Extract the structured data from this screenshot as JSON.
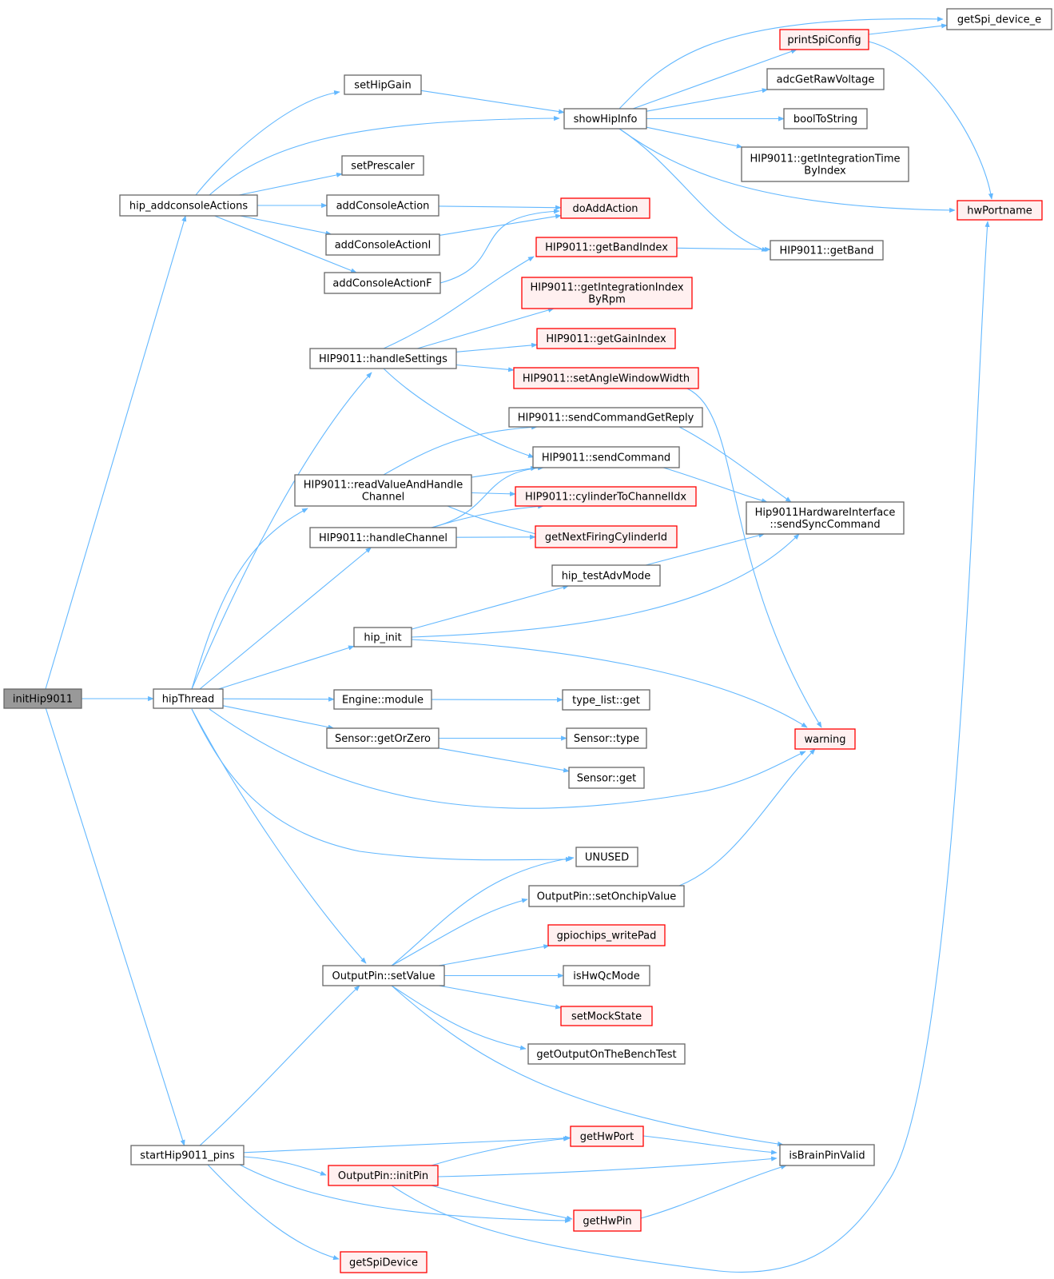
{
  "colors": {
    "edge": "#63b8ff",
    "normal_border": "#666666",
    "normal_fill": "#ffffff",
    "red_border": "#ff0000",
    "red_fill": "#fff0f0",
    "root_border": "#666666",
    "root_fill": "#999999"
  },
  "nodes": [
    {
      "id": "initHip9011",
      "lines": [
        "initHip9011"
      ],
      "style": "root"
    },
    {
      "id": "hip_addconsoleActions",
      "lines": [
        "hip_addconsoleActions"
      ],
      "style": "normal"
    },
    {
      "id": "hipThread",
      "lines": [
        "hipThread"
      ],
      "style": "normal"
    },
    {
      "id": "startHip9011_pins",
      "lines": [
        "startHip9011_pins"
      ],
      "style": "normal"
    },
    {
      "id": "setHipGain",
      "lines": [
        "setHipGain"
      ],
      "style": "normal"
    },
    {
      "id": "setPrescaler",
      "lines": [
        "setPrescaler"
      ],
      "style": "normal"
    },
    {
      "id": "addConsoleAction",
      "lines": [
        "addConsoleAction"
      ],
      "style": "normal"
    },
    {
      "id": "addConsoleActionI",
      "lines": [
        "addConsoleActionI"
      ],
      "style": "normal"
    },
    {
      "id": "addConsoleActionF",
      "lines": [
        "addConsoleActionF"
      ],
      "style": "normal"
    },
    {
      "id": "showHipInfo",
      "lines": [
        "showHipInfo"
      ],
      "style": "normal"
    },
    {
      "id": "doAddAction",
      "lines": [
        "doAddAction"
      ],
      "style": "red"
    },
    {
      "id": "getSpi_device_e",
      "lines": [
        "getSpi_device_e"
      ],
      "style": "normal"
    },
    {
      "id": "printSpiConfig",
      "lines": [
        "printSpiConfig"
      ],
      "style": "red"
    },
    {
      "id": "adcGetRawVoltage",
      "lines": [
        "adcGetRawVoltage"
      ],
      "style": "normal"
    },
    {
      "id": "boolToString",
      "lines": [
        "boolToString"
      ],
      "style": "normal"
    },
    {
      "id": "getIntegrationTimeByIndex",
      "lines": [
        "HIP9011::getIntegrationTime",
        "ByIndex"
      ],
      "style": "normal"
    },
    {
      "id": "hwPortname",
      "lines": [
        "hwPortname"
      ],
      "style": "red"
    },
    {
      "id": "getBand",
      "lines": [
        "HIP9011::getBand"
      ],
      "style": "normal"
    },
    {
      "id": "getBandIndex",
      "lines": [
        "HIP9011::getBandIndex"
      ],
      "style": "red"
    },
    {
      "id": "getIntegrationIndexByRpm",
      "lines": [
        "HIP9011::getIntegrationIndex",
        "ByRpm"
      ],
      "style": "red"
    },
    {
      "id": "getGainIndex",
      "lines": [
        "HIP9011::getGainIndex"
      ],
      "style": "red"
    },
    {
      "id": "handleSettings",
      "lines": [
        "HIP9011::handleSettings"
      ],
      "style": "normal"
    },
    {
      "id": "setAngleWindowWidth",
      "lines": [
        "HIP9011::setAngleWindowWidth"
      ],
      "style": "red"
    },
    {
      "id": "sendCommandGetReply",
      "lines": [
        "HIP9011::sendCommandGetReply"
      ],
      "style": "normal"
    },
    {
      "id": "sendCommand",
      "lines": [
        "HIP9011::sendCommand"
      ],
      "style": "normal"
    },
    {
      "id": "readValueAndHandleChannel",
      "lines": [
        "HIP9011::readValueAndHandle",
        "Channel"
      ],
      "style": "normal"
    },
    {
      "id": "cylinderToChannelIdx",
      "lines": [
        "HIP9011::cylinderToChannelIdx"
      ],
      "style": "red"
    },
    {
      "id": "sendSyncCommand",
      "lines": [
        "Hip9011HardwareInterface",
        "::sendSyncCommand"
      ],
      "style": "normal"
    },
    {
      "id": "handleChannel",
      "lines": [
        "HIP9011::handleChannel"
      ],
      "style": "normal"
    },
    {
      "id": "getNextFiringCylinderId",
      "lines": [
        "getNextFiringCylinderId"
      ],
      "style": "red"
    },
    {
      "id": "hip_testAdvMode",
      "lines": [
        "hip_testAdvMode"
      ],
      "style": "normal"
    },
    {
      "id": "hip_init",
      "lines": [
        "hip_init"
      ],
      "style": "normal"
    },
    {
      "id": "engineModule",
      "lines": [
        "Engine::module"
      ],
      "style": "normal"
    },
    {
      "id": "typeListGet",
      "lines": [
        "type_list::get"
      ],
      "style": "normal"
    },
    {
      "id": "warning",
      "lines": [
        "warning"
      ],
      "style": "red"
    },
    {
      "id": "getOrZero",
      "lines": [
        "Sensor::getOrZero"
      ],
      "style": "normal"
    },
    {
      "id": "sensorType",
      "lines": [
        "Sensor::type"
      ],
      "style": "normal"
    },
    {
      "id": "sensorGet",
      "lines": [
        "Sensor::get"
      ],
      "style": "normal"
    },
    {
      "id": "UNUSED",
      "lines": [
        "UNUSED"
      ],
      "style": "normal"
    },
    {
      "id": "setOnchipValue",
      "lines": [
        "OutputPin::setOnchipValue"
      ],
      "style": "normal"
    },
    {
      "id": "gpiochips_writePad",
      "lines": [
        "gpiochips_writePad"
      ],
      "style": "red"
    },
    {
      "id": "setValue",
      "lines": [
        "OutputPin::setValue"
      ],
      "style": "normal"
    },
    {
      "id": "isHwQcMode",
      "lines": [
        "isHwQcMode"
      ],
      "style": "normal"
    },
    {
      "id": "setMockState",
      "lines": [
        "setMockState"
      ],
      "style": "red"
    },
    {
      "id": "getOutputOnTheBenchTest",
      "lines": [
        "getOutputOnTheBenchTest"
      ],
      "style": "normal"
    },
    {
      "id": "getHwPort",
      "lines": [
        "getHwPort"
      ],
      "style": "red"
    },
    {
      "id": "isBrainPinValid",
      "lines": [
        "isBrainPinValid"
      ],
      "style": "normal"
    },
    {
      "id": "initPin",
      "lines": [
        "OutputPin::initPin"
      ],
      "style": "red"
    },
    {
      "id": "getHwPin",
      "lines": [
        "getHwPin"
      ],
      "style": "red"
    },
    {
      "id": "getSpiDevice",
      "lines": [
        "getSpiDevice"
      ],
      "style": "red"
    }
  ],
  "edges": [
    [
      "initHip9011",
      "hip_addconsoleActions"
    ],
    [
      "initHip9011",
      "hipThread"
    ],
    [
      "initHip9011",
      "startHip9011_pins"
    ],
    [
      "hip_addconsoleActions",
      "setHipGain"
    ],
    [
      "hip_addconsoleActions",
      "showHipInfo"
    ],
    [
      "hip_addconsoleActions",
      "setPrescaler"
    ],
    [
      "hip_addconsoleActions",
      "addConsoleAction"
    ],
    [
      "hip_addconsoleActions",
      "addConsoleActionI"
    ],
    [
      "hip_addconsoleActions",
      "addConsoleActionF"
    ],
    [
      "setHipGain",
      "showHipInfo"
    ],
    [
      "addConsoleAction",
      "doAddAction"
    ],
    [
      "addConsoleActionI",
      "doAddAction"
    ],
    [
      "addConsoleActionF",
      "doAddAction"
    ],
    [
      "showHipInfo",
      "getSpi_device_e"
    ],
    [
      "showHipInfo",
      "printSpiConfig"
    ],
    [
      "showHipInfo",
      "adcGetRawVoltage"
    ],
    [
      "showHipInfo",
      "boolToString"
    ],
    [
      "showHipInfo",
      "getIntegrationTimeByIndex"
    ],
    [
      "showHipInfo",
      "hwPortname"
    ],
    [
      "showHipInfo",
      "getBand"
    ],
    [
      "printSpiConfig",
      "getSpi_device_e"
    ],
    [
      "printSpiConfig",
      "hwPortname"
    ],
    [
      "getBandIndex",
      "getBand"
    ],
    [
      "hipThread",
      "handleSettings"
    ],
    [
      "hipThread",
      "readValueAndHandleChannel"
    ],
    [
      "hipThread",
      "handleChannel"
    ],
    [
      "hipThread",
      "hip_init"
    ],
    [
      "hipThread",
      "engineModule"
    ],
    [
      "hipThread",
      "getOrZero"
    ],
    [
      "hipThread",
      "warning"
    ],
    [
      "hipThread",
      "UNUSED"
    ],
    [
      "hipThread",
      "setValue"
    ],
    [
      "handleSettings",
      "getBandIndex"
    ],
    [
      "handleSettings",
      "getIntegrationIndexByRpm"
    ],
    [
      "handleSettings",
      "getGainIndex"
    ],
    [
      "handleSettings",
      "setAngleWindowWidth"
    ],
    [
      "handleSettings",
      "sendCommand"
    ],
    [
      "setAngleWindowWidth",
      "warning"
    ],
    [
      "readValueAndHandleChannel",
      "sendCommandGetReply"
    ],
    [
      "readValueAndHandleChannel",
      "sendCommand"
    ],
    [
      "readValueAndHandleChannel",
      "cylinderToChannelIdx"
    ],
    [
      "readValueAndHandleChannel",
      "getNextFiringCylinderId"
    ],
    [
      "handleChannel",
      "sendCommand"
    ],
    [
      "handleChannel",
      "cylinderToChannelIdx"
    ],
    [
      "handleChannel",
      "getNextFiringCylinderId"
    ],
    [
      "sendCommandGetReply",
      "sendSyncCommand"
    ],
    [
      "sendCommand",
      "sendSyncCommand"
    ],
    [
      "hip_testAdvMode",
      "sendSyncCommand"
    ],
    [
      "hip_init",
      "hip_testAdvMode"
    ],
    [
      "hip_init",
      "sendSyncCommand"
    ],
    [
      "hip_init",
      "warning"
    ],
    [
      "engineModule",
      "typeListGet"
    ],
    [
      "getOrZero",
      "sensorType"
    ],
    [
      "getOrZero",
      "sensorGet"
    ],
    [
      "setOnchipValue",
      "warning"
    ],
    [
      "setValue",
      "UNUSED"
    ],
    [
      "setValue",
      "setOnchipValue"
    ],
    [
      "setValue",
      "gpiochips_writePad"
    ],
    [
      "setValue",
      "isHwQcMode"
    ],
    [
      "setValue",
      "setMockState"
    ],
    [
      "setValue",
      "getOutputOnTheBenchTest"
    ],
    [
      "setValue",
      "isBrainPinValid"
    ],
    [
      "startHip9011_pins",
      "setValue"
    ],
    [
      "startHip9011_pins",
      "getHwPort"
    ],
    [
      "startHip9011_pins",
      "initPin"
    ],
    [
      "startHip9011_pins",
      "getHwPin"
    ],
    [
      "startHip9011_pins",
      "getSpiDevice"
    ],
    [
      "initPin",
      "getHwPort"
    ],
    [
      "initPin",
      "isBrainPinValid"
    ],
    [
      "initPin",
      "getHwPin"
    ],
    [
      "initPin",
      "hwPortname"
    ],
    [
      "getHwPort",
      "isBrainPinValid"
    ],
    [
      "getHwPin",
      "isBrainPinValid"
    ]
  ]
}
